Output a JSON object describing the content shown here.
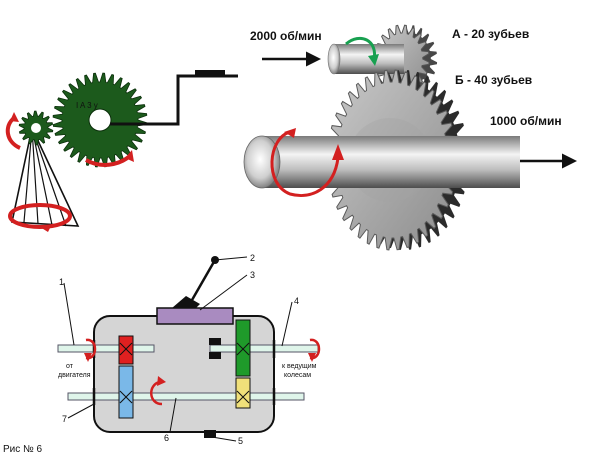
{
  "top": {
    "input_speed": "2000 об/мин",
    "gear_a_label": "А - 20 зубьев",
    "gear_b_label": "Б - 40 зубьев",
    "output_speed": "1000 об/мин",
    "small_gear_letters": "I A 3 y"
  },
  "gearbox": {
    "callouts": [
      "1",
      "2",
      "3",
      "4",
      "5",
      "6",
      "7"
    ],
    "from_engine": [
      "от",
      "двигателя"
    ],
    "to_wheels": [
      "к ведущим",
      "колесам"
    ]
  },
  "caption": "Рис № 6"
}
